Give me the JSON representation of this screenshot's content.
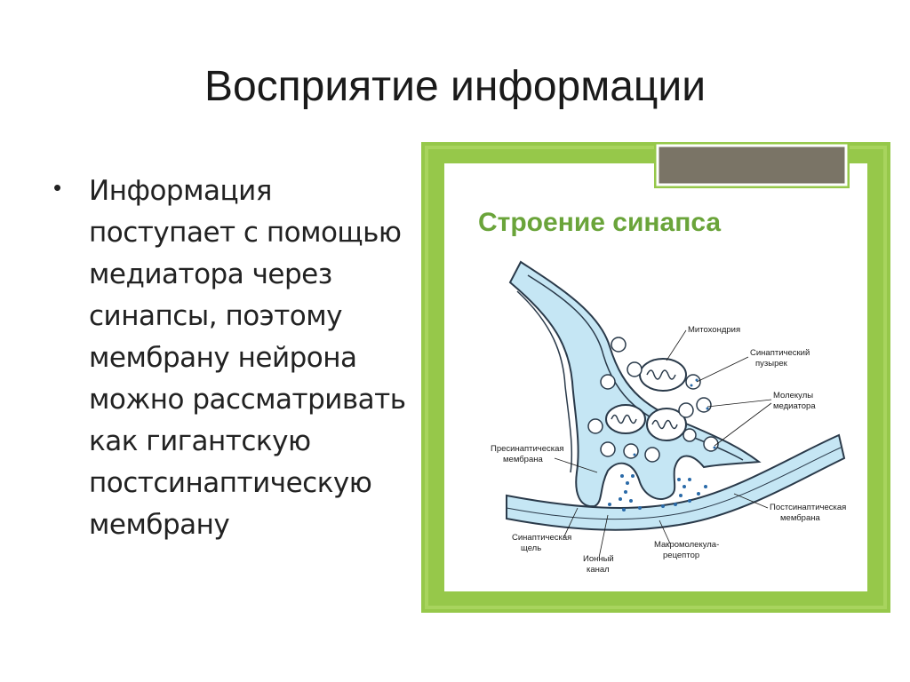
{
  "slide": {
    "title": "Восприятие информации",
    "bullet": "Информация\nпоступает с помощью\nмедиатора через\nсинапсы, поэтому\nмембрану нейрона\nможно рассматривать\nкак гигантскую\nпостсинаптическую\nмембрану"
  },
  "diagram": {
    "title": "Строение синапса",
    "labels": {
      "mitochondria": "Митохондрия",
      "vesicle_1": "Синаптический",
      "vesicle_2": "пузырек",
      "mediator_1": "Молекулы",
      "mediator_2": "медиатора",
      "presyn_1": "Пресинаптическая",
      "presyn_2": "мембрана",
      "postsyn_1": "Постсинаптическая",
      "postsyn_2": "мембрана",
      "cleft_1": "Синаптическая",
      "cleft_2": "щель",
      "ion_1": "Ионный",
      "ion_2": "канал",
      "receptor_1": "Макромолекула-",
      "receptor_2": "рецептор"
    },
    "colors": {
      "frame": "#96c84a",
      "frame_dark": "#7fb23a",
      "panel": "#ffffff",
      "title": "#6aa43a",
      "membrane_fill": "#c5e6f4",
      "membrane_stroke": "#2a3a4a",
      "tab": "#7a7466"
    }
  }
}
